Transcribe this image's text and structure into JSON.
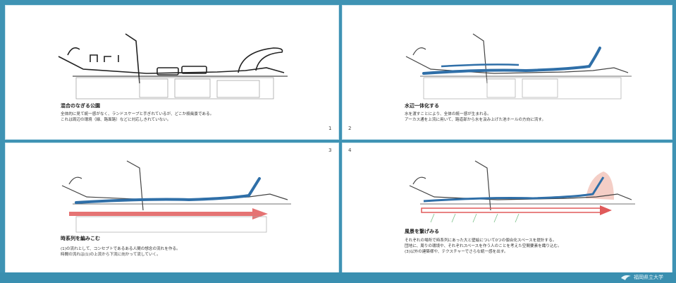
{
  "panels": [
    {
      "number": "1",
      "heading": "混合のなぎる公園",
      "description": "全体的に見て統一感がなく、ランドスケープと手ぎれているが、どこか殺風景である。\nこれは周辺の環境（緑、路面路）などに対応しきれていない。"
    },
    {
      "number": "2",
      "heading": "水辺一体化する",
      "description": "水を渡すことにより、全体の統一感が生まれる。\nアーカス通を上流に用いて、路道部から水を汲み上げた池ホールの方向に流す。"
    },
    {
      "number": "3",
      "heading": "時系列を編みこむ",
      "description": "(1)の流れとして、コンセプトであるある人間の想念の流れを作る。\n時間の流れは(1)の上流から下流に向かって流していく。"
    },
    {
      "number": "4",
      "heading": "風景を繋げみる",
      "description": "それぞれの場所で時系列にあった大と壁絵について0つの個合化スペースを提計する。\n団地に、周りの環境や、それぞれスペースを作う人のことを考えた空間要素を織り込む。\n(3)以外の建築様や、テクスチャーでさらな統一感を出す。"
    }
  ],
  "footer": {
    "logo_text": "福岡県立大学"
  },
  "colors": {
    "background": "#3f93b4",
    "water": "#2f6fa8",
    "timeline": "#e05a5a",
    "landscape": "#f3c9c0"
  }
}
